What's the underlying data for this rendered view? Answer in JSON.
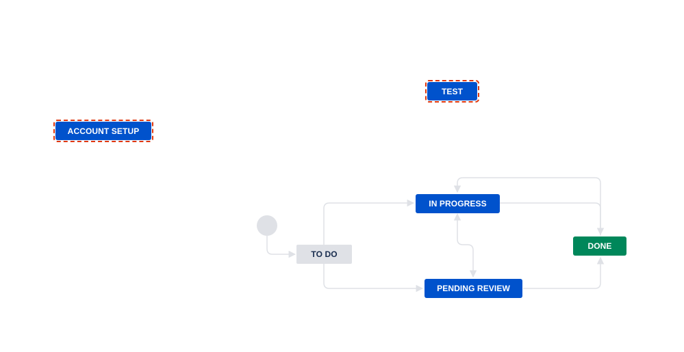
{
  "workflow": {
    "statuses": {
      "account_setup": "ACCOUNT SETUP",
      "test": "TEST",
      "in_progress": "IN PROGRESS",
      "to_do": "TO DO",
      "pending_review": "PENDING REVIEW",
      "done": "DONE"
    }
  },
  "colors": {
    "status_blue": "#0052cc",
    "status_gray": "#dfe1e6",
    "status_green": "#00875a",
    "selection_dashed": "#de350b",
    "connector": "#dfe1e6"
  }
}
